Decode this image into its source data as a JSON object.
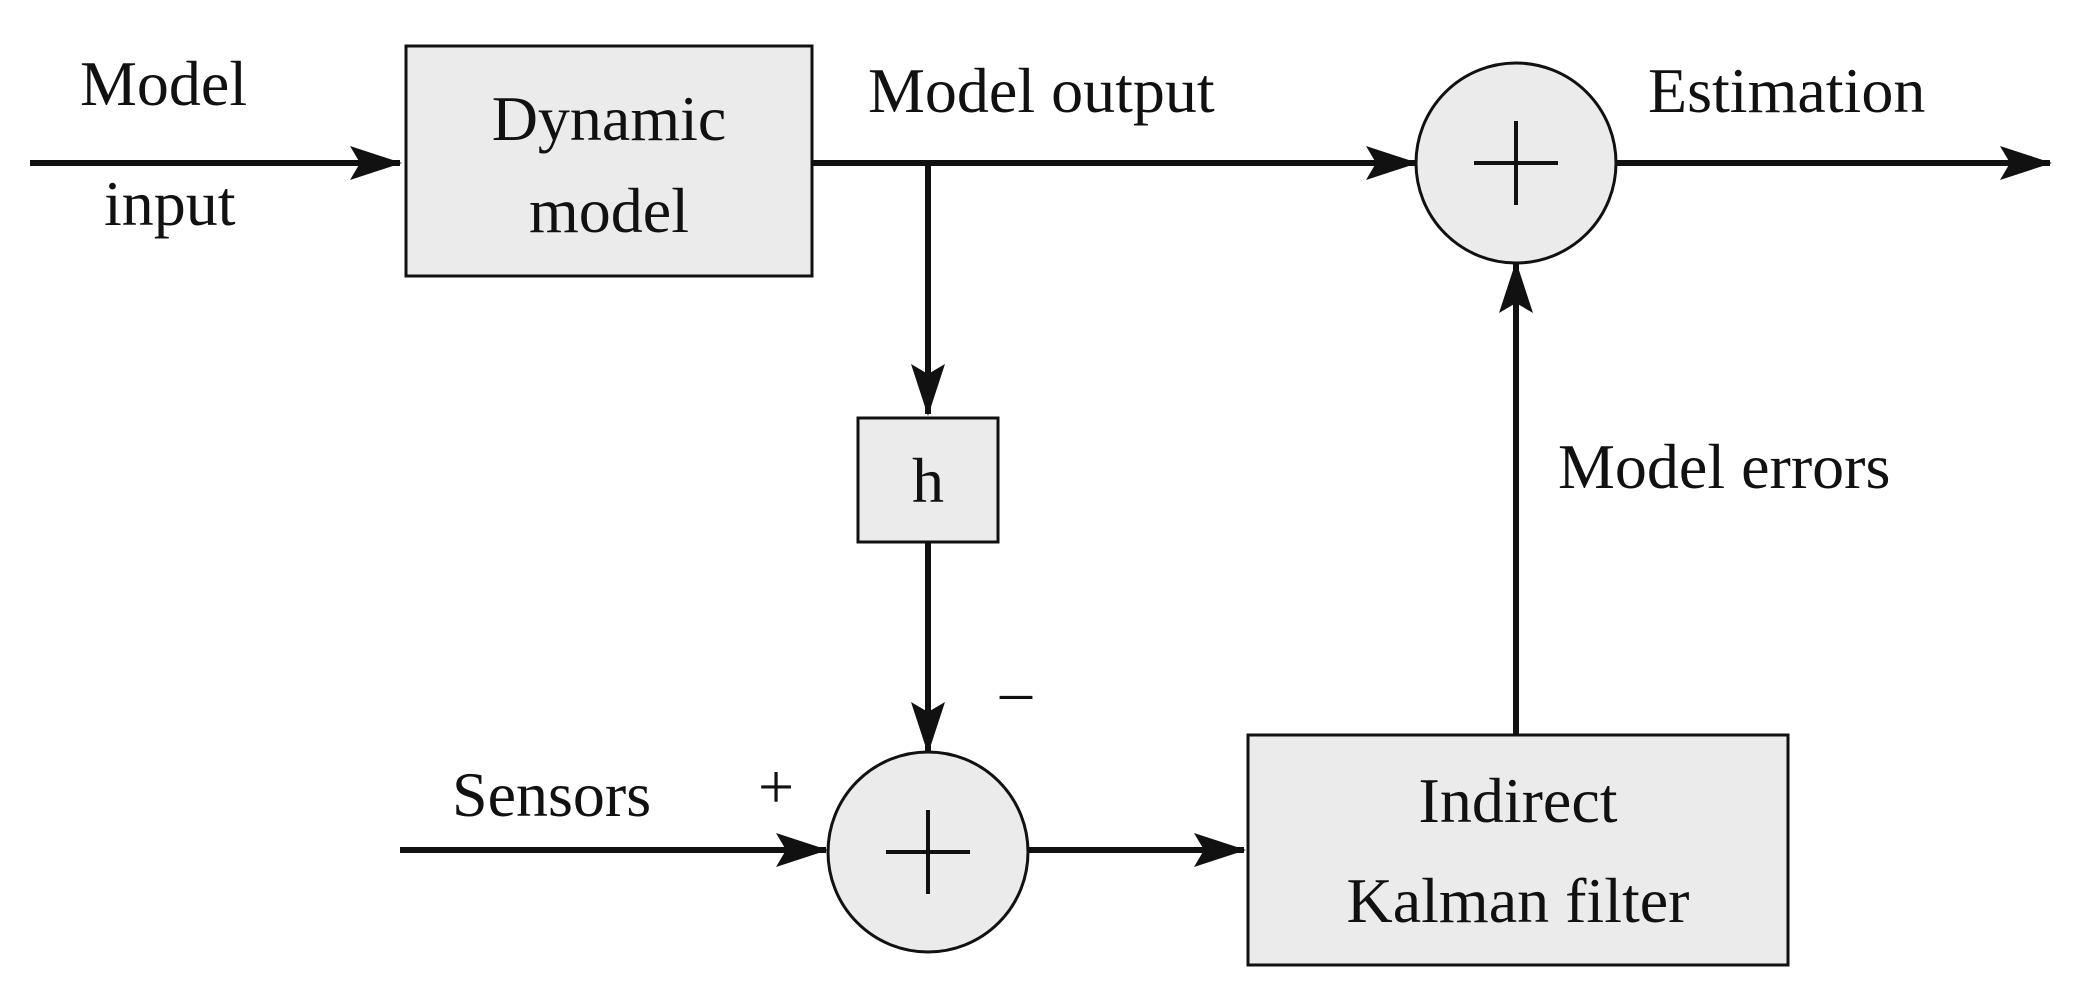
{
  "labels": {
    "model_input_line1": "Model",
    "model_input_line2": "input",
    "dynamic_model_line1": "Dynamic",
    "dynamic_model_line2": "model",
    "model_output": "Model output",
    "estimation": "Estimation",
    "h": "h",
    "model_errors": "Model errors",
    "sensors": "Sensors",
    "plus_sign": "+",
    "minus_sign": "–",
    "kalman_line1": "Indirect",
    "kalman_line2": "Kalman filter"
  },
  "colors": {
    "block_fill": "#ebebeb",
    "line": "#111111",
    "background": "#ffffff"
  }
}
